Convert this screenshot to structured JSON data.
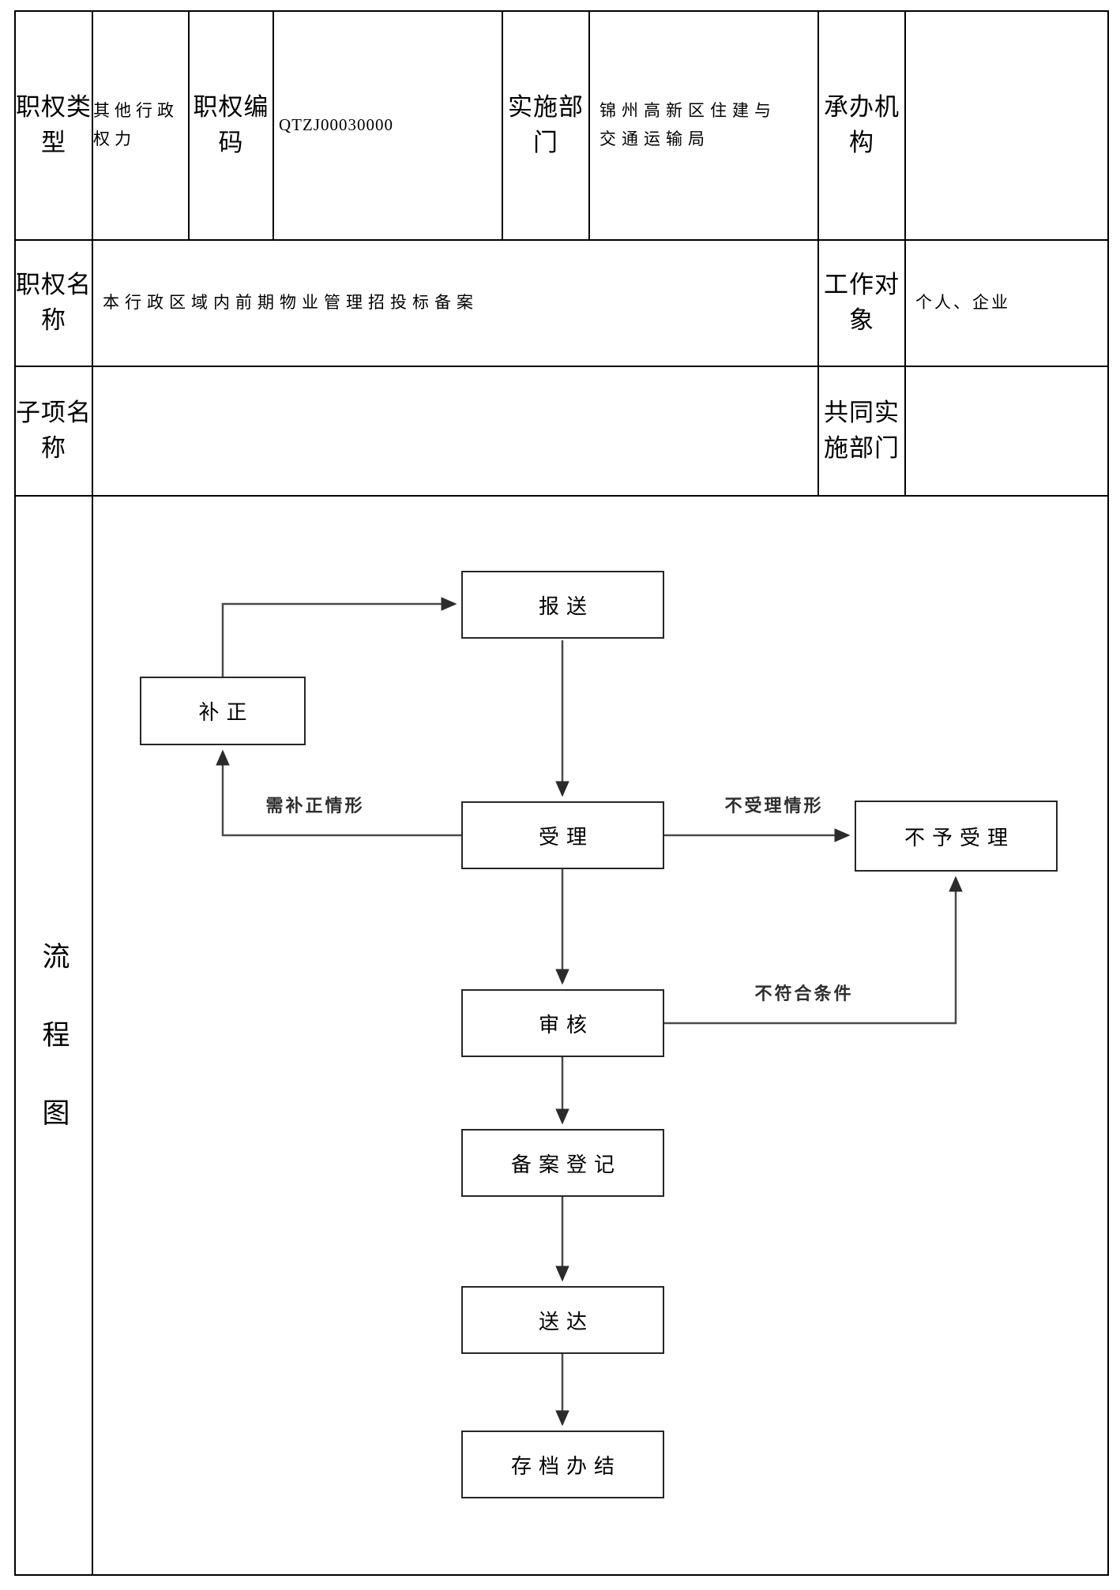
{
  "table": {
    "row1": {
      "label1": "职权类型",
      "value1": "其他行政权力",
      "label2": "职权编码",
      "value2": "QTZJ00030000",
      "label3": "实施部门",
      "value3": "锦州高新区住建与交通运输局",
      "label4": "承办机构",
      "value4": ""
    },
    "row2": {
      "label1": "职权名称",
      "value1": "本行政区域内前期物业管理招投标备案",
      "label2": "工作对象",
      "value2": "个人、企业"
    },
    "row3": {
      "label1": "子项名称",
      "value1": "",
      "label2": "共同实施部门",
      "value2": ""
    },
    "row4": {
      "label1": "流程图"
    }
  },
  "flowchart": {
    "nodes": {
      "baosong": "报送",
      "buzheng": "补正",
      "shouli": "受理",
      "buyushouli": "不予受理",
      "shenhe": "审核",
      "beiandengji": "备案登记",
      "songda": "送达",
      "cundangbanjie": "存档办结"
    },
    "edge_labels": {
      "need_correction": "需补正情形",
      "not_accepted": "不受理情形",
      "not_qualified": "不符合条件"
    },
    "arrow_color": "#4a4a4a",
    "box_border_color": "#262626"
  }
}
